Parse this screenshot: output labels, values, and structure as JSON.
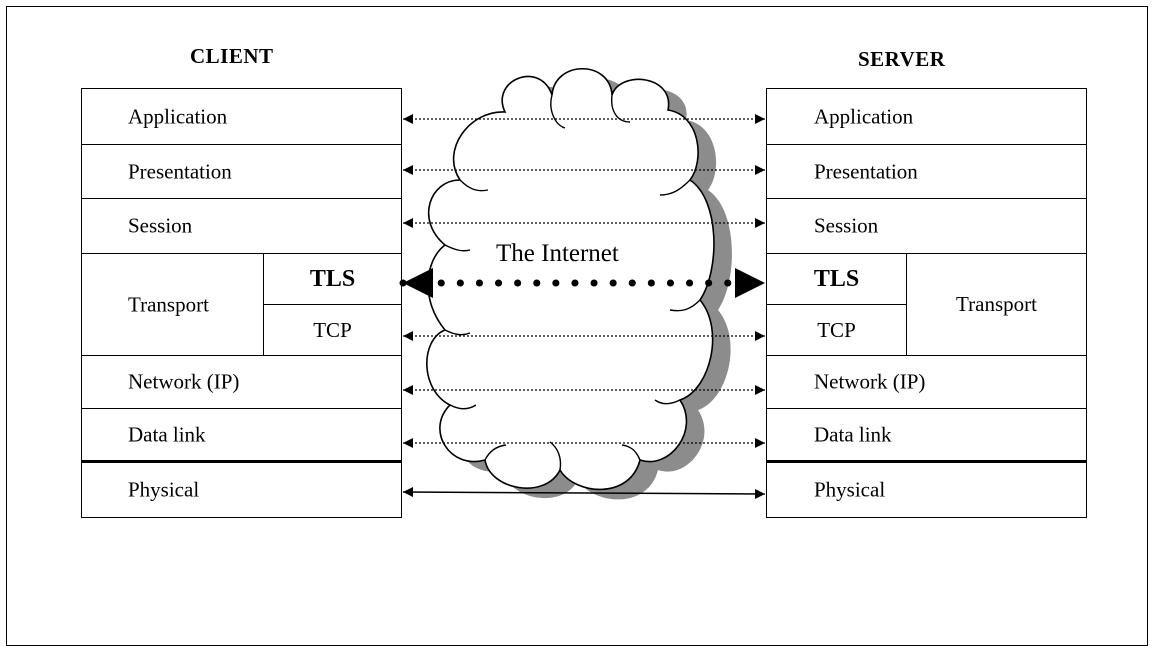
{
  "client": {
    "title": "CLIENT",
    "layers": [
      "Application",
      "Presentation",
      "Session",
      "Transport",
      "Network (IP)",
      "Data link",
      "Physical"
    ],
    "transport_sub": {
      "top": "TLS",
      "bottom": "TCP"
    }
  },
  "server": {
    "title": "SERVER",
    "layers": [
      "Application",
      "Presentation",
      "Session",
      "Transport",
      "Network (IP)",
      "Data link",
      "Physical"
    ],
    "transport_sub": {
      "top": "TLS",
      "bottom": "TCP"
    }
  },
  "network": {
    "label": "The Internet"
  },
  "links": [
    {
      "layer": "Application",
      "style": "dotted"
    },
    {
      "layer": "Presentation",
      "style": "dotted"
    },
    {
      "layer": "Session",
      "style": "dotted"
    },
    {
      "layer": "TLS",
      "style": "bold-dotted"
    },
    {
      "layer": "TCP",
      "style": "dotted"
    },
    {
      "layer": "Network (IP)",
      "style": "dotted"
    },
    {
      "layer": "Data link",
      "style": "dotted"
    },
    {
      "layer": "Physical",
      "style": "solid"
    }
  ],
  "colors": {
    "line": "#000000",
    "shadow": "#8c8c8c",
    "background": "#ffffff"
  }
}
